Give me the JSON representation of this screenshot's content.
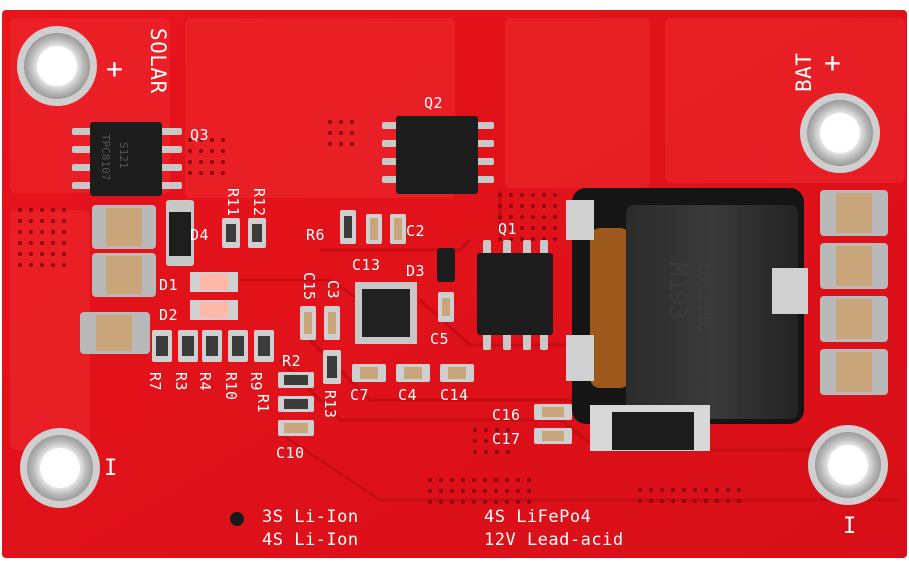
{
  "board": {
    "labels": {
      "solar": "SOLAR",
      "solar_plus": "+",
      "bat": "BAT",
      "bat_plus": "+",
      "left_minus": "I",
      "right_minus": "I"
    },
    "components": {
      "q1": "Q1",
      "q2": "Q2",
      "q3": "Q3",
      "d1": "D1",
      "d2": "D2",
      "d3": "D3",
      "d4": "D4",
      "r1": "R1",
      "r2": "R2",
      "r3": "R3",
      "r4": "R4",
      "r6": "R6",
      "r7": "R7",
      "r9": "R9",
      "r10": "R10",
      "r11": "R11",
      "r12": "R12",
      "r13": "R13",
      "c2": "C2",
      "c3": "C3",
      "c4": "C4",
      "c5": "C5",
      "c7": "C7",
      "c10": "C10",
      "c13": "C13",
      "c14": "C14",
      "c15": "C15",
      "c16": "C16",
      "c17": "C17"
    },
    "chips": {
      "q3_marking_1": "TPC8107",
      "q3_marking_2": "S121"
    },
    "inductor": {
      "line1": "6R1ML",
      "line2": "M193"
    },
    "battery_options": {
      "opt1": "3S Li-Ion",
      "opt2": "4S Li-Ion",
      "opt3": "4S LiFePo4",
      "opt4": "12V Lead-acid"
    }
  }
}
